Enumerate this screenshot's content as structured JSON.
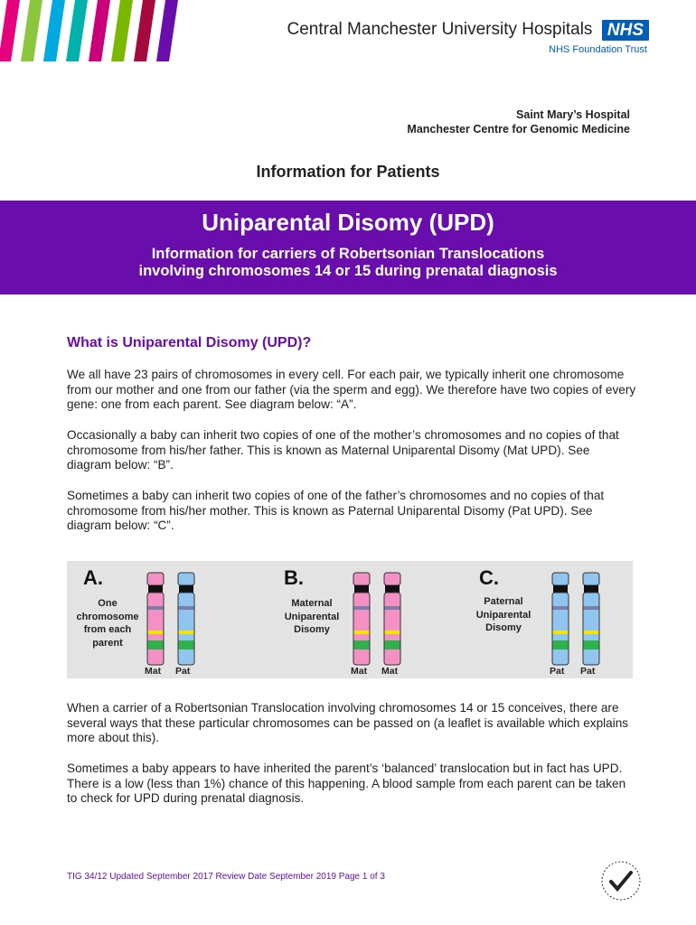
{
  "header": {
    "organisation": "Central Manchester University Hospitals",
    "nhs_logo": "NHS",
    "trust": "NHS Foundation Trust",
    "stripe_colors": [
      "#e6007e",
      "#8cc63f",
      "#00a9e0",
      "#00b2a9",
      "#c9007a",
      "#7ab800",
      "#a6093d",
      "#6a0dad"
    ]
  },
  "hospital": {
    "line1": "Saint Mary’s Hospital",
    "line2": "Manchester Centre for Genomic Medicine"
  },
  "info_title": "Information for Patients",
  "banner": {
    "title": "Uniparental Disomy (UPD)",
    "subtitle_line1": "Information for carriers of Robertsonian Translocations",
    "subtitle_line2": "involving chromosomes 14 or 15 during prenatal diagnosis",
    "color": "#6a0dad"
  },
  "section": {
    "heading": "What is Uniparental Disomy (UPD)?",
    "p1": "We all have 23 pairs of chromosomes in every cell.  For each pair, we typically inherit one chromosome from our mother and one from our father (via the sperm and egg).  We therefore have two copies of every gene: one from each parent.  See diagram below: “A”.",
    "p2": "Occasionally a baby can inherit two copies of one of the mother’s chromosomes and no copies of that chromosome from his/her father.  This is known as Maternal Uniparental Disomy (Mat UPD).  See diagram below: “B”.",
    "p3": "Sometimes a baby can inherit two copies of one of the father’s chromosomes and no copies of that chromosome from his/her mother.  This is known as Paternal Uniparental Disomy (Pat UPD).  See diagram below: “C”.",
    "p4": "When a carrier of a Robertsonian Translocation involving chromosomes 14 or 15 conceives, there are several ways that these particular chromosomes can be passed on (a leaflet is available which explains more about this).",
    "p5": "Sometimes a baby appears to have inherited the parent’s ‘balanced’ translocation but in fact has UPD.  There is a low (less than 1%) chance of this happening.  A blood sample from each parent can be taken to check for UPD during prenatal diagnosis."
  },
  "diagram": {
    "colors": {
      "mat": "#f490c4",
      "pat": "#8fc5ef"
    },
    "panels": [
      {
        "letter": "A.",
        "desc": [
          "One",
          "chromosome",
          "from each",
          "parent"
        ],
        "labels": [
          "Mat",
          "Pat"
        ]
      },
      {
        "letter": "B.",
        "desc": [
          "Maternal",
          "Uniparental",
          "Disomy"
        ],
        "labels": [
          "Mat",
          "Mat"
        ]
      },
      {
        "letter": "C.",
        "desc": [
          "Paternal",
          "Uniparental",
          "Disomy"
        ],
        "labels": [
          "Pat",
          "Pat"
        ]
      }
    ]
  },
  "footer": {
    "text": "TIG 34/12  Updated September 2017  Review  Date September 2019    Page 1 of 3"
  },
  "seal_icon": "positive-about-disabled-people-icon"
}
